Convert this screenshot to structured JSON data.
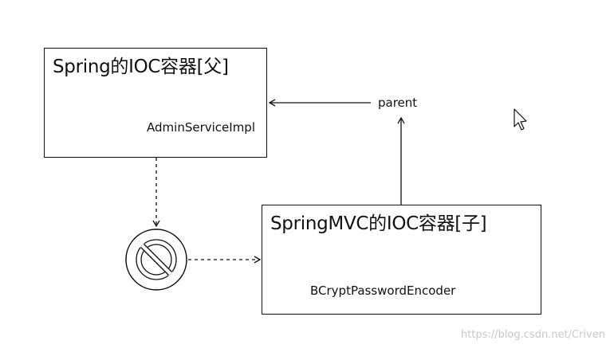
{
  "diagram": {
    "parent_container": {
      "title": "Spring的IOC容器[父]",
      "bean": "AdminServiceImpl"
    },
    "child_container": {
      "title": "SpringMVC的IOC容器[子]",
      "bean": "BCryptPasswordEncoder"
    },
    "relation_label": "parent",
    "blocked_icon": "prohibited-icon",
    "cursor_icon": "mouse-pointer-icon",
    "watermark": "https://blog.csdn.net/Criven"
  },
  "colors": {
    "line": "#111111",
    "watermark": "#c8c8c8",
    "background": "#ffffff"
  }
}
